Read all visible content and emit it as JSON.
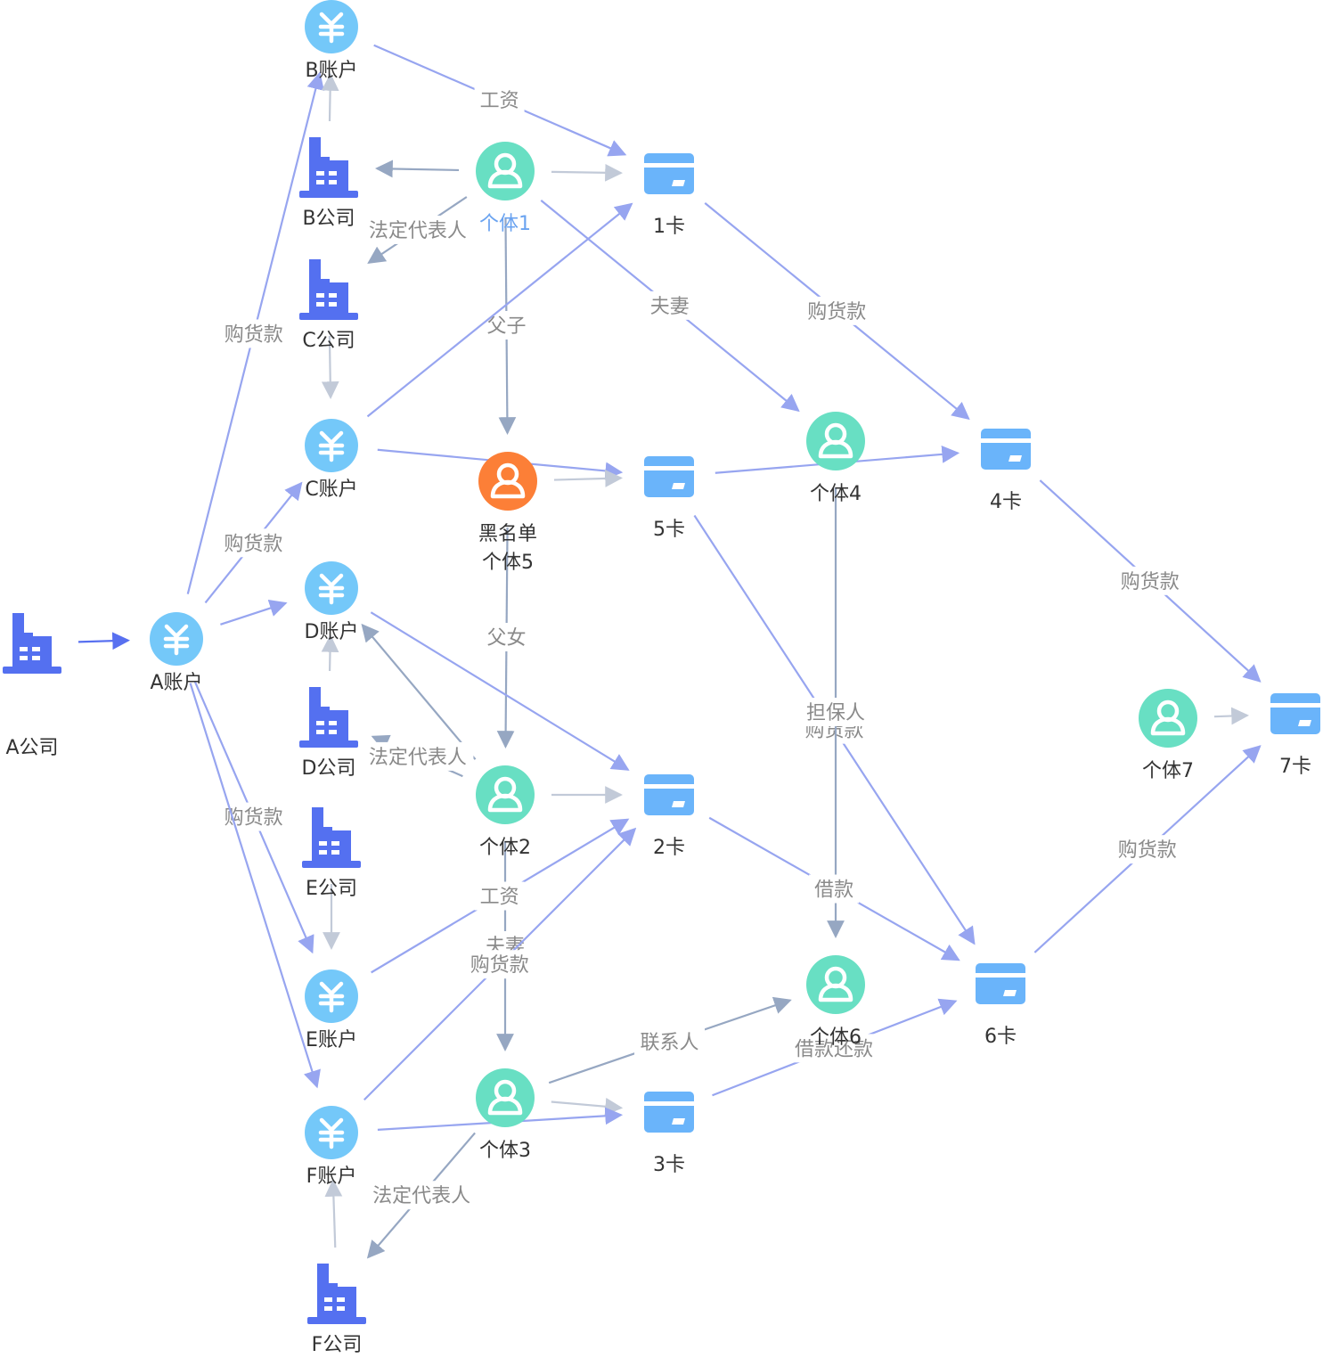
{
  "colors": {
    "account": "#74c8f9",
    "company": "#5470f0",
    "person": "#68dfc3",
    "blacklist": "#fc7f37",
    "card": "#6ab4fa",
    "edge_blue": "#97a5f0",
    "edge_slate": "#96a7c2",
    "edge_light": "#c2cad8",
    "edge_dark": "#5870f0",
    "label": "#8a8a8a",
    "selected_label": "#6aa3f0"
  },
  "nodes": [
    {
      "id": "a_company",
      "type": "company",
      "label": "A公司"
    },
    {
      "id": "a_account",
      "type": "account",
      "label": "A账户"
    },
    {
      "id": "b_account",
      "type": "account",
      "label": "B账户"
    },
    {
      "id": "b_company",
      "type": "company",
      "label": "B公司"
    },
    {
      "id": "c_company",
      "type": "company",
      "label": "C公司"
    },
    {
      "id": "c_account",
      "type": "account",
      "label": "C账户"
    },
    {
      "id": "d_account",
      "type": "account",
      "label": "D账户"
    },
    {
      "id": "d_company",
      "type": "company",
      "label": "D公司"
    },
    {
      "id": "e_company",
      "type": "company",
      "label": "E公司"
    },
    {
      "id": "e_account",
      "type": "account",
      "label": "E账户"
    },
    {
      "id": "f_account",
      "type": "account",
      "label": "F账户"
    },
    {
      "id": "f_company",
      "type": "company",
      "label": "F公司"
    },
    {
      "id": "person1",
      "type": "person",
      "label": "个体1",
      "selected": true
    },
    {
      "id": "person5",
      "type": "blacklist",
      "label": "黑名单",
      "label2": "个体5"
    },
    {
      "id": "person2",
      "type": "person",
      "label": "个体2"
    },
    {
      "id": "person3",
      "type": "person",
      "label": "个体3"
    },
    {
      "id": "person4",
      "type": "person",
      "label": "个体4"
    },
    {
      "id": "person6",
      "type": "person",
      "label": "个体6"
    },
    {
      "id": "person7",
      "type": "person",
      "label": "个体7"
    },
    {
      "id": "card1",
      "type": "card",
      "label": "1卡"
    },
    {
      "id": "card5",
      "type": "card",
      "label": "5卡"
    },
    {
      "id": "card2",
      "type": "card",
      "label": "2卡"
    },
    {
      "id": "card3",
      "type": "card",
      "label": "3卡"
    },
    {
      "id": "card4",
      "type": "card",
      "label": "4卡"
    },
    {
      "id": "card6",
      "type": "card",
      "label": "6卡"
    },
    {
      "id": "card7",
      "type": "card",
      "label": "7卡"
    }
  ],
  "edges": [
    {
      "from": "a_company",
      "to": "a_account",
      "label": "",
      "color": "edge_dark"
    },
    {
      "from": "a_account",
      "to": "b_account",
      "label": "购货款",
      "color": "edge_blue"
    },
    {
      "from": "a_account",
      "to": "c_account",
      "label": "购货款",
      "color": "edge_blue"
    },
    {
      "from": "a_account",
      "to": "d_account",
      "label": "",
      "color": "edge_blue"
    },
    {
      "from": "a_account",
      "to": "e_account",
      "label": "购货款",
      "color": "edge_blue"
    },
    {
      "from": "a_account",
      "to": "f_account",
      "label": "",
      "color": "edge_blue"
    },
    {
      "from": "b_company",
      "to": "b_account",
      "label": "",
      "color": "edge_light"
    },
    {
      "from": "c_company",
      "to": "c_account",
      "label": "",
      "color": "edge_light"
    },
    {
      "from": "d_company",
      "to": "d_account",
      "label": "",
      "color": "edge_light"
    },
    {
      "from": "e_company",
      "to": "e_account",
      "label": "",
      "color": "edge_light"
    },
    {
      "from": "f_company",
      "to": "f_account",
      "label": "",
      "color": "edge_light"
    },
    {
      "from": "b_account",
      "to": "card1",
      "label": "工资",
      "color": "edge_blue"
    },
    {
      "from": "person1",
      "to": "b_company",
      "label": "",
      "color": "edge_slate"
    },
    {
      "from": "person1",
      "to": "c_company",
      "label": "法定代表人",
      "color": "edge_slate"
    },
    {
      "from": "person1",
      "to": "card1",
      "label": "",
      "color": "edge_light"
    },
    {
      "from": "person1",
      "to": "person5",
      "label": "父子",
      "color": "edge_slate"
    },
    {
      "from": "person1",
      "to": "person4",
      "label": "夫妻",
      "color": "edge_blue"
    },
    {
      "from": "c_account",
      "to": "card1",
      "label": "",
      "color": "edge_blue"
    },
    {
      "from": "c_account",
      "to": "card5",
      "label": "",
      "color": "edge_blue"
    },
    {
      "from": "card1",
      "to": "card4",
      "label": "购货款",
      "color": "edge_blue"
    },
    {
      "from": "person5",
      "to": "card5",
      "label": "",
      "color": "edge_light"
    },
    {
      "from": "person5",
      "to": "person2",
      "label": "父女",
      "color": "edge_slate"
    },
    {
      "from": "card5",
      "to": "card4",
      "label": "",
      "color": "edge_blue"
    },
    {
      "from": "card5",
      "to": "card6",
      "label": "购货款",
      "color": "edge_blue"
    },
    {
      "from": "person4",
      "to": "person6",
      "label": "担保人",
      "color": "edge_slate"
    },
    {
      "from": "card4",
      "to": "card7",
      "label": "购货款",
      "color": "edge_blue"
    },
    {
      "from": "person7",
      "to": "card7",
      "label": "",
      "color": "edge_light"
    },
    {
      "from": "d_account",
      "to": "card2",
      "label": "",
      "color": "edge_blue"
    },
    {
      "from": "person2",
      "to": "d_account",
      "label": "",
      "color": "edge_slate"
    },
    {
      "from": "person2",
      "to": "d_company",
      "label": "法定代表人",
      "color": "edge_slate"
    },
    {
      "from": "person2",
      "to": "card2",
      "label": "",
      "color": "edge_light"
    },
    {
      "from": "person2",
      "to": "person3",
      "label": "夫妻",
      "color": "edge_slate"
    },
    {
      "from": "e_account",
      "to": "card2",
      "label": "工资",
      "color": "edge_blue"
    },
    {
      "from": "f_account",
      "to": "card2",
      "label": "购货款",
      "color": "edge_blue"
    },
    {
      "from": "card2",
      "to": "card6",
      "label": "借款",
      "color": "edge_blue"
    },
    {
      "from": "person3",
      "to": "person6",
      "label": "联系人",
      "color": "edge_slate"
    },
    {
      "from": "person3",
      "to": "card3",
      "label": "",
      "color": "edge_light"
    },
    {
      "from": "f_account",
      "to": "card3",
      "label": "",
      "color": "edge_blue"
    },
    {
      "from": "person3",
      "to": "f_company",
      "label": "法定代表人",
      "color": "edge_slate"
    },
    {
      "from": "card3",
      "to": "card6",
      "label": "借款还款",
      "color": "edge_blue"
    },
    {
      "from": "card6",
      "to": "card7",
      "label": "购货款",
      "color": "edge_blue"
    }
  ]
}
